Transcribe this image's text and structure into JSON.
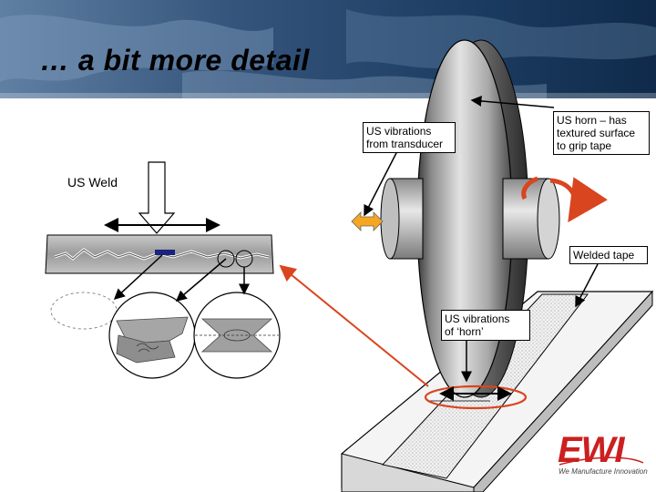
{
  "slide": {
    "title": "… a bit more detail"
  },
  "labels": {
    "us_weld": "US Weld",
    "vibrations_transducer": "US vibrations\nfrom transducer",
    "horn_description": "US horn – has\ntextured surface\nto grip tape",
    "welded_tape": "Welded tape",
    "vibrations_horn": "US vibrations\nof ‘horn’"
  },
  "logo": {
    "name": "EWI",
    "tagline": "We Manufacture Innovation"
  },
  "colors": {
    "banner_dark": "#0f2a4a",
    "banner_light": "#5f7fa3",
    "horn_red": "#d9451f",
    "logo_red": "#cc1f1f",
    "arrow_orange": "#f5a623"
  }
}
